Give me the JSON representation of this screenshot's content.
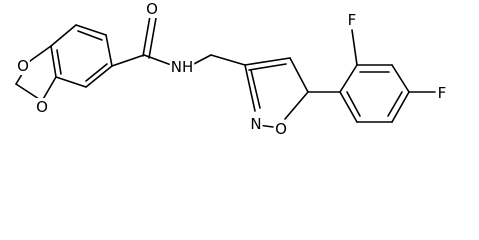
{
  "molecule": {
    "atoms": {
      "carbonyl_o": "O",
      "amide_n": "NH",
      "isoxazole_n": "N",
      "isoxazole_o": "O",
      "dioxole_o_top": "O",
      "dioxole_o_bottom": "O",
      "fluorine_ortho": "F",
      "fluorine_para": "F"
    }
  }
}
